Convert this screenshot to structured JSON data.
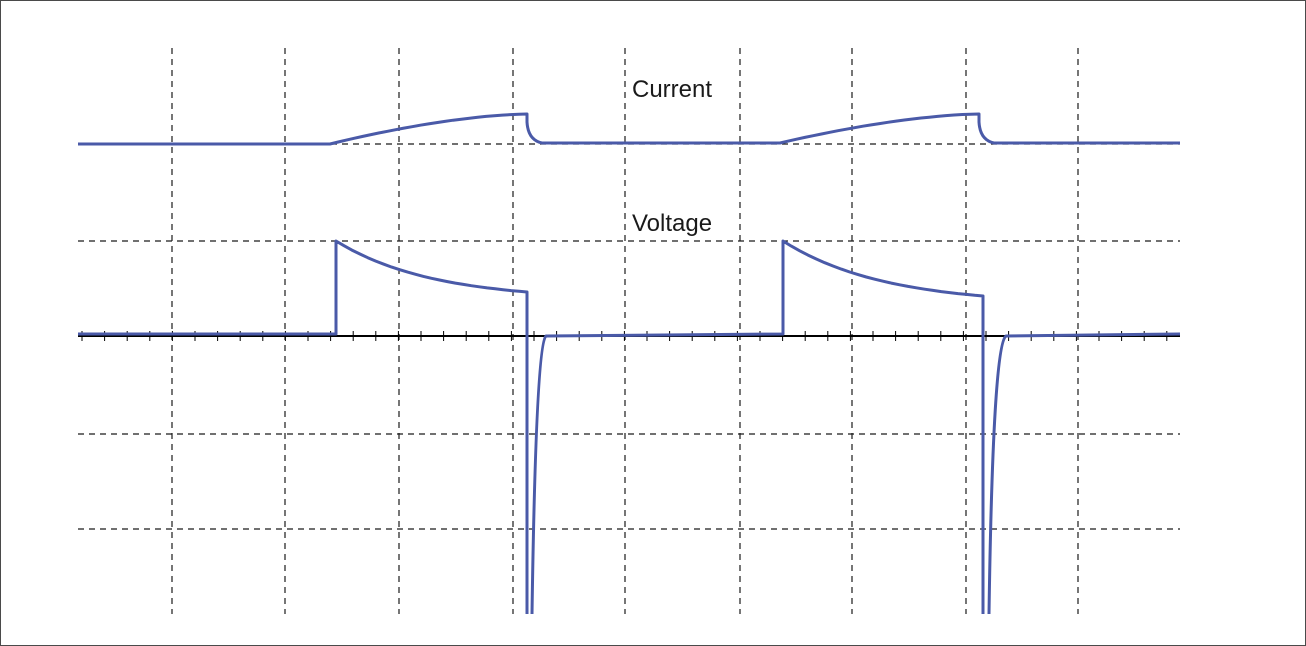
{
  "labels": {
    "current": "Current",
    "voltage": "Voltage"
  },
  "colors": {
    "trace": "#4a5aa8",
    "grid": "#1a1a1a",
    "axis": "#000000",
    "background": "#ffffff"
  },
  "traces": [
    {
      "name": "current"
    },
    {
      "name": "voltage"
    }
  ]
}
